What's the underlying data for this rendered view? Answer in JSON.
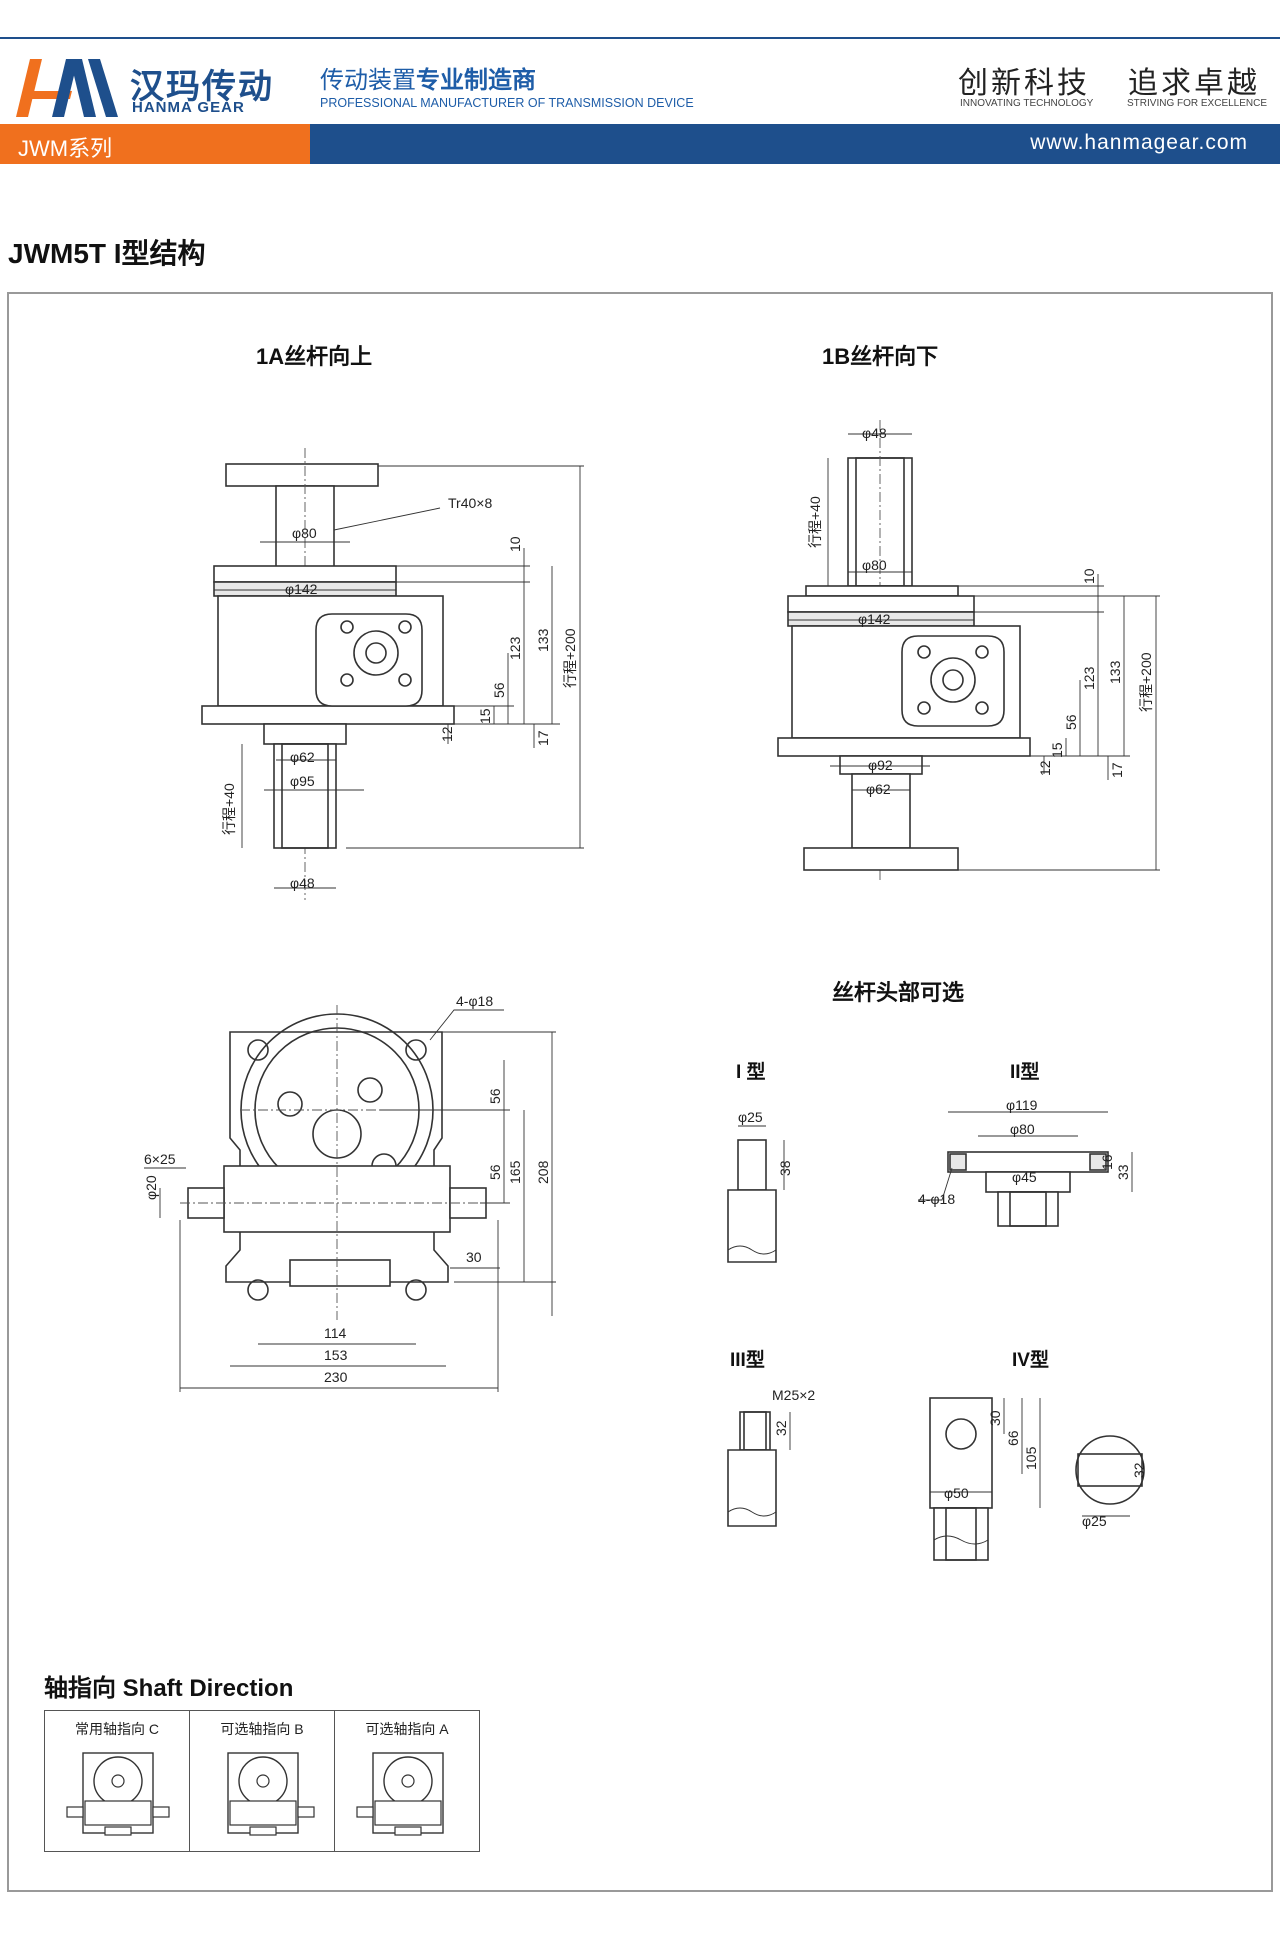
{
  "header": {
    "brand_cn": "汉玛传动",
    "brand_en": "HANMA GEAR",
    "tagline_cn_a": "传动装置",
    "tagline_cn_b": "专业制造商",
    "tagline_en": "PROFESSIONAL MANUFACTURER OF TRANSMISSION DEVICE",
    "slogan_1": "创新科技",
    "slogan_1_en": "INNOVATING TECHNOLOGY",
    "slogan_2": "追求卓越",
    "slogan_2_en": "STRIVING FOR EXCELLENCE",
    "series": "JWM系列",
    "website": "www.hanmagear.com",
    "colors": {
      "orange": "#f0701e",
      "blue": "#1e4f8c"
    }
  },
  "page_title": "JWM5T I型结构",
  "views": {
    "view_1a": {
      "title": "1A丝杆向上",
      "dims": {
        "tr": "Tr40×8",
        "d80": "φ80",
        "d142": "φ142",
        "d62": "φ62",
        "d95": "φ95",
        "d48": "φ48",
        "stroke": "行程+40",
        "v10": "10",
        "v123": "123",
        "v133": "133",
        "v56": "56",
        "v15": "15",
        "v12": "12",
        "v17": "17",
        "stroke200": "行程+200"
      }
    },
    "view_1b": {
      "title": "1B丝杆向下",
      "dims": {
        "d48": "φ48",
        "stroke": "行程+40",
        "d80": "φ80",
        "d142": "φ142",
        "d92": "φ92",
        "d62": "φ62",
        "v10": "10",
        "v123": "123",
        "v133": "133",
        "v56": "56",
        "v15": "15",
        "v12": "12",
        "v17": "17",
        "stroke200": "行程+200"
      }
    },
    "side_view": {
      "dims": {
        "holes": "4-φ18",
        "key": "6×25",
        "shaft": "φ20",
        "v56a": "56",
        "v56b": "56",
        "v165": "165",
        "v208": "208",
        "v30": "30",
        "h114": "114",
        "h153": "153",
        "h230": "230"
      }
    },
    "heads": {
      "title": "丝杆头部可选",
      "type1": {
        "label": "I 型",
        "d": "φ25",
        "h": "38"
      },
      "type2": {
        "label": "II型",
        "d119": "φ119",
        "d80": "φ80",
        "d45": "φ45",
        "holes": "4-φ18",
        "h16": "16",
        "h33": "33"
      },
      "type3": {
        "label": "III型",
        "thread": "M25×2",
        "h": "32"
      },
      "type4": {
        "label": "IV型",
        "h30": "30",
        "h66": "66",
        "h105": "105",
        "d50": "φ50",
        "v32": "32",
        "d25": "φ25"
      }
    }
  },
  "shaft_direction": {
    "title": "轴指向 Shaft Direction",
    "options": [
      {
        "label": "常用轴指向 C"
      },
      {
        "label": "可选轴指向 B"
      },
      {
        "label": "可选轴指向 A"
      }
    ]
  }
}
